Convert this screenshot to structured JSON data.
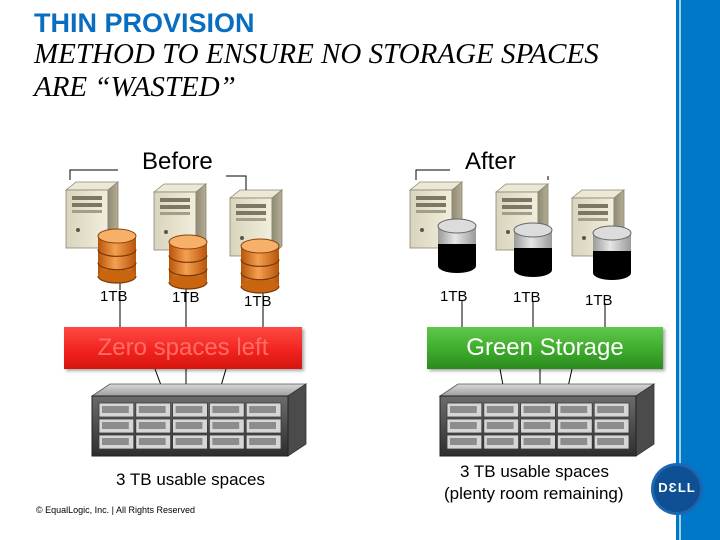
{
  "title": "THIN PROVISION",
  "subtitle": "METHOD TO ENSURE NO STORAGE SPACES ARE “WASTED”",
  "before": {
    "heading": "Before",
    "volumes": [
      "1TB",
      "1TB",
      "1TB"
    ],
    "bar_label": "Zero spaces left",
    "caption": "3 TB usable spaces"
  },
  "after": {
    "heading": "After",
    "volumes": [
      "1TB",
      "1TB",
      "1TB"
    ],
    "bar_label": "Green Storage",
    "caption_line1": "3 TB usable spaces",
    "caption_line2": "(plenty room remaining)"
  },
  "footer": {
    "copyright": "© EqualLogic, Inc. | All Rights Reserved"
  },
  "logo": {
    "text": "DƐLL",
    "icon": "dell-logo"
  },
  "colors": {
    "title_blue": "#0a6ec0",
    "side_bar": "#0078c8",
    "red_bar": "#f0211d",
    "green_bar": "#3ba82a",
    "disk_orange": "#e07a1c",
    "disk_gray": "#bdbdbd"
  }
}
